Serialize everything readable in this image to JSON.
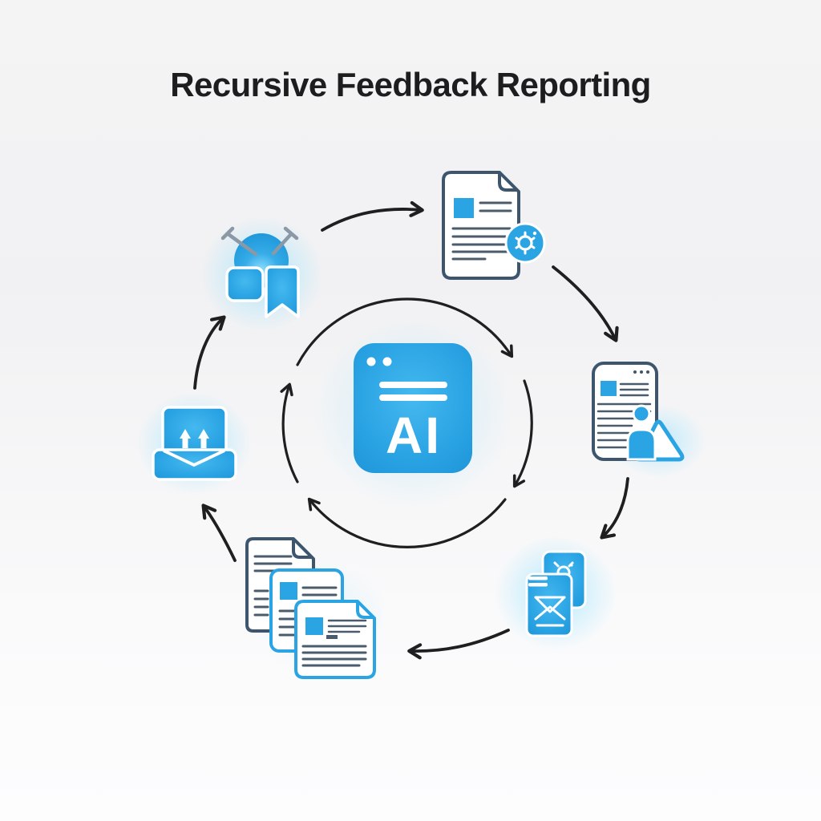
{
  "title": "Recursive Feedback Reporting",
  "center": {
    "label": "AI",
    "icon": "ai-panel-icon"
  },
  "cycle": {
    "direction": "clockwise",
    "nodes": [
      {
        "position": "top-left",
        "icon": "pinned-bookmark-icon"
      },
      {
        "position": "top-right",
        "icon": "document-gear-icon"
      },
      {
        "position": "right",
        "icon": "report-person-image-icon"
      },
      {
        "position": "bottom-right",
        "icon": "alert-envelope-cards-icon"
      },
      {
        "position": "bottom",
        "icon": "document-stack-icon"
      },
      {
        "position": "left",
        "icon": "inbox-upload-icon"
      }
    ],
    "inner_ring_arrowheads": 4,
    "outer_arrows": 6
  },
  "colors": {
    "accent_blue": "#2BA4E4",
    "outline_dark": "#3D566E",
    "doc_line_gray": "#4A5B6C",
    "pin_gray": "#8B99A6",
    "arrow_black": "#1F1F1F",
    "glow_cyan": "#8FE0FF",
    "title_text": "#1D1D1F",
    "background_top": "#F4F4F5",
    "background_bottom": "#FDFDFE"
  }
}
